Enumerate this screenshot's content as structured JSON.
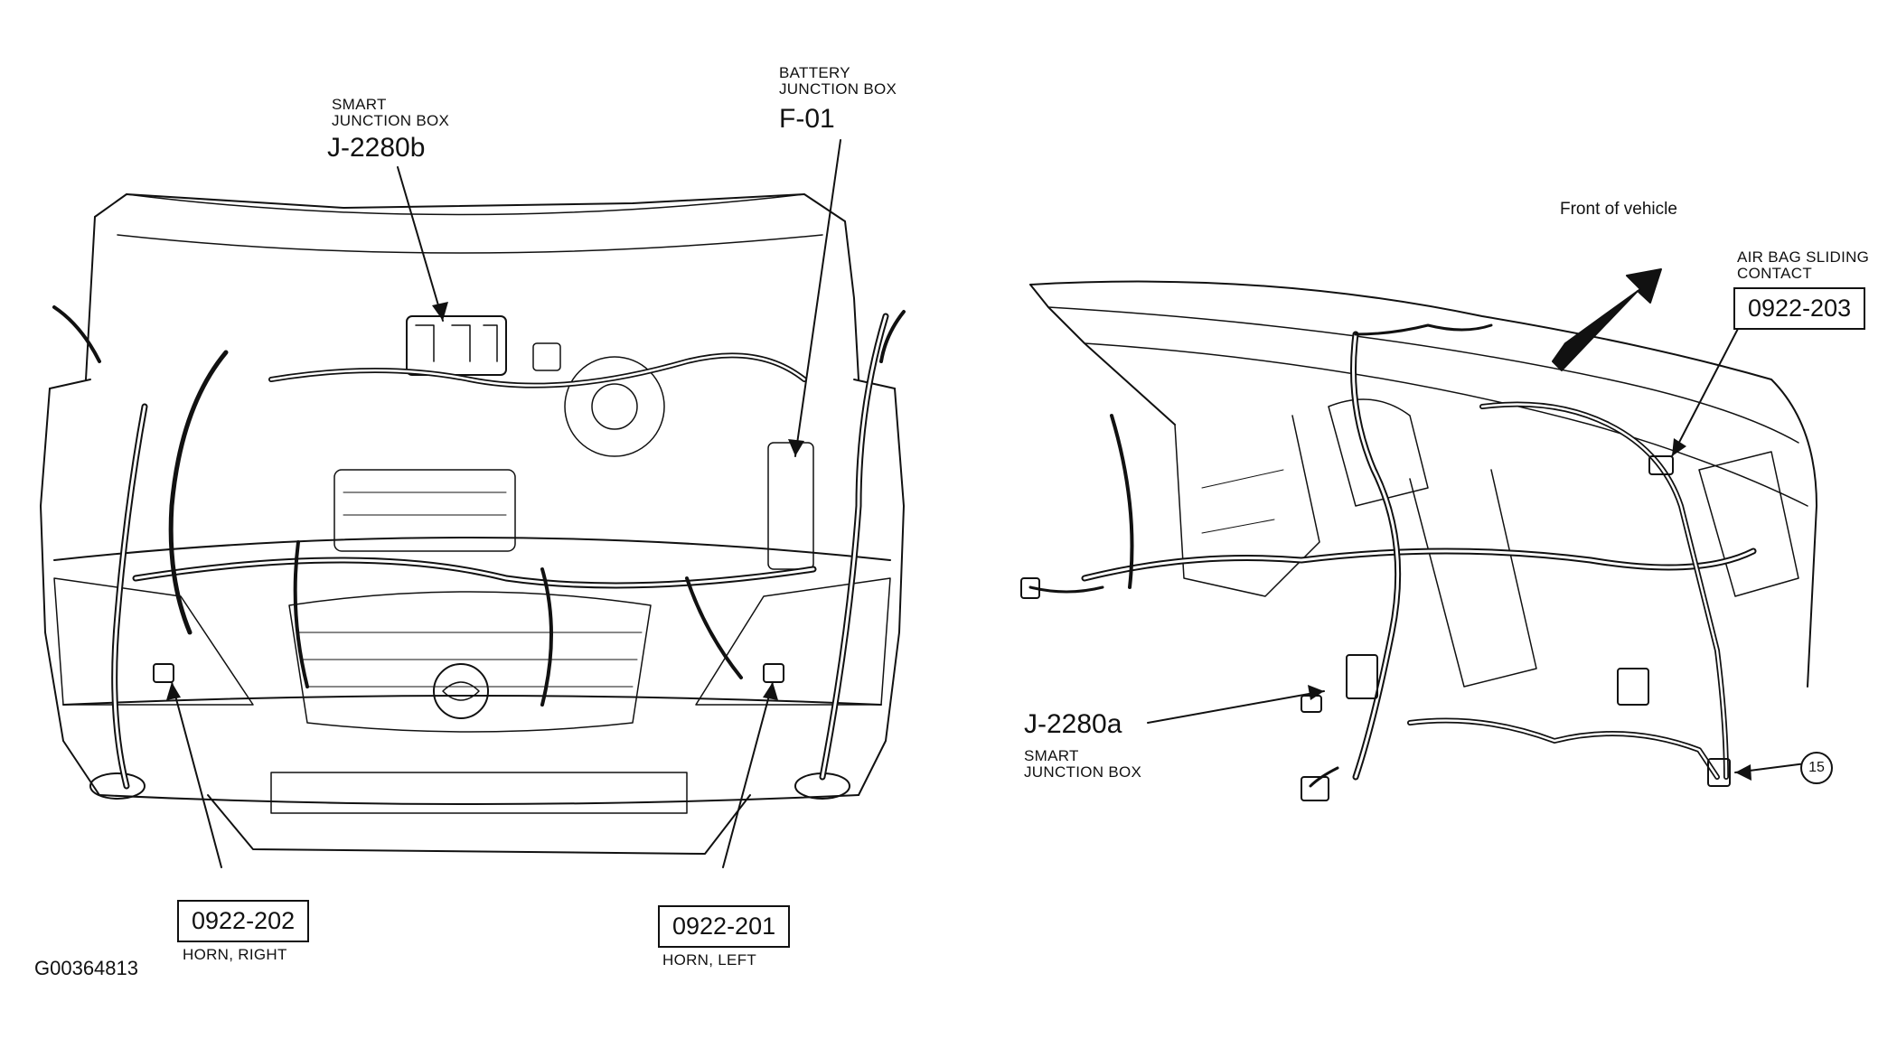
{
  "figure_id": "G00364813",
  "left_view": {
    "smart_junction_box": {
      "line1": "SMART",
      "line2": "JUNCTION BOX",
      "code": "J-2280b"
    },
    "battery_junction_box": {
      "line1": "BATTERY",
      "line2": "JUNCTION BOX",
      "code": "F-01"
    },
    "horn_right": {
      "code": "0922-202",
      "label": "HORN, RIGHT"
    },
    "horn_left": {
      "code": "0922-201",
      "label": "HORN, LEFT"
    }
  },
  "right_view": {
    "front_of_vehicle": "Front of vehicle",
    "air_bag": {
      "line1": "AIR BAG SLIDING",
      "line2": "CONTACT",
      "code": "0922-203"
    },
    "smart_junction_box": {
      "code": "J-2280a",
      "line1": "SMART",
      "line2": "JUNCTION BOX"
    },
    "callout_15": "15"
  }
}
